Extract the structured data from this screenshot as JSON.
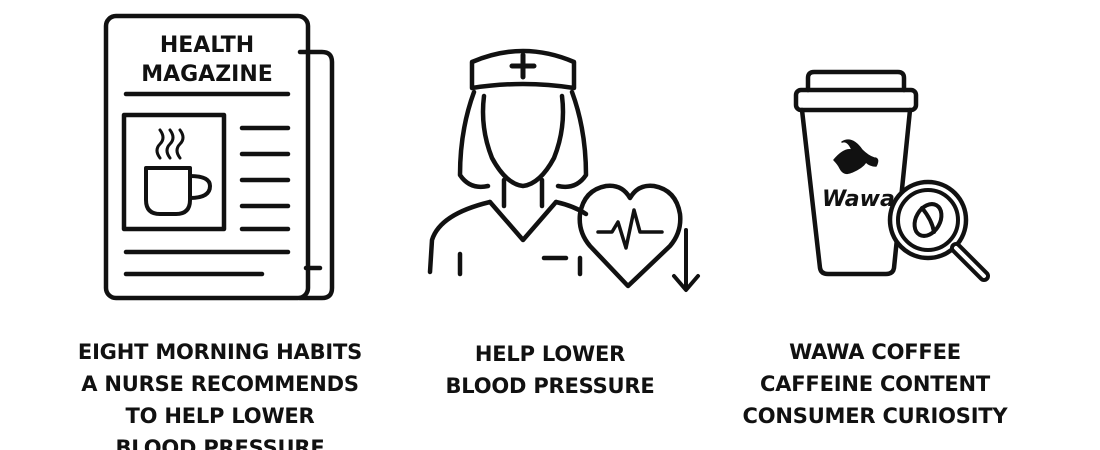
{
  "panels": {
    "magazine": {
      "title_line1": "HEALTH",
      "title_line2": "MAGAZINE",
      "caption": [
        "EIGHT MORNING HABITS",
        "A NURSE RECOMMENDS",
        "TO HELP LOWER",
        "BLOOD PRESSURE"
      ],
      "icons": [
        "newspaper-icon",
        "coffee-cup-icon",
        "steam-icon"
      ]
    },
    "nurse": {
      "caption": [
        "HELP LOWER",
        "BLOOD PRESSURE"
      ],
      "icons": [
        "nurse-icon",
        "heart-icon",
        "heartbeat-icon",
        "down-arrow-icon"
      ]
    },
    "wawa": {
      "brand": "Wawa",
      "caption": [
        "WAWA COFFEE",
        "CAFFEINE CONTENT",
        "CONSUMER CURIOSITY"
      ],
      "icons": [
        "coffee-cup-to-go-icon",
        "goose-logo-icon",
        "magnifying-glass-icon",
        "coffee-bean-icon"
      ]
    }
  },
  "colors": {
    "ink": "#111111",
    "background": "#ffffff"
  }
}
